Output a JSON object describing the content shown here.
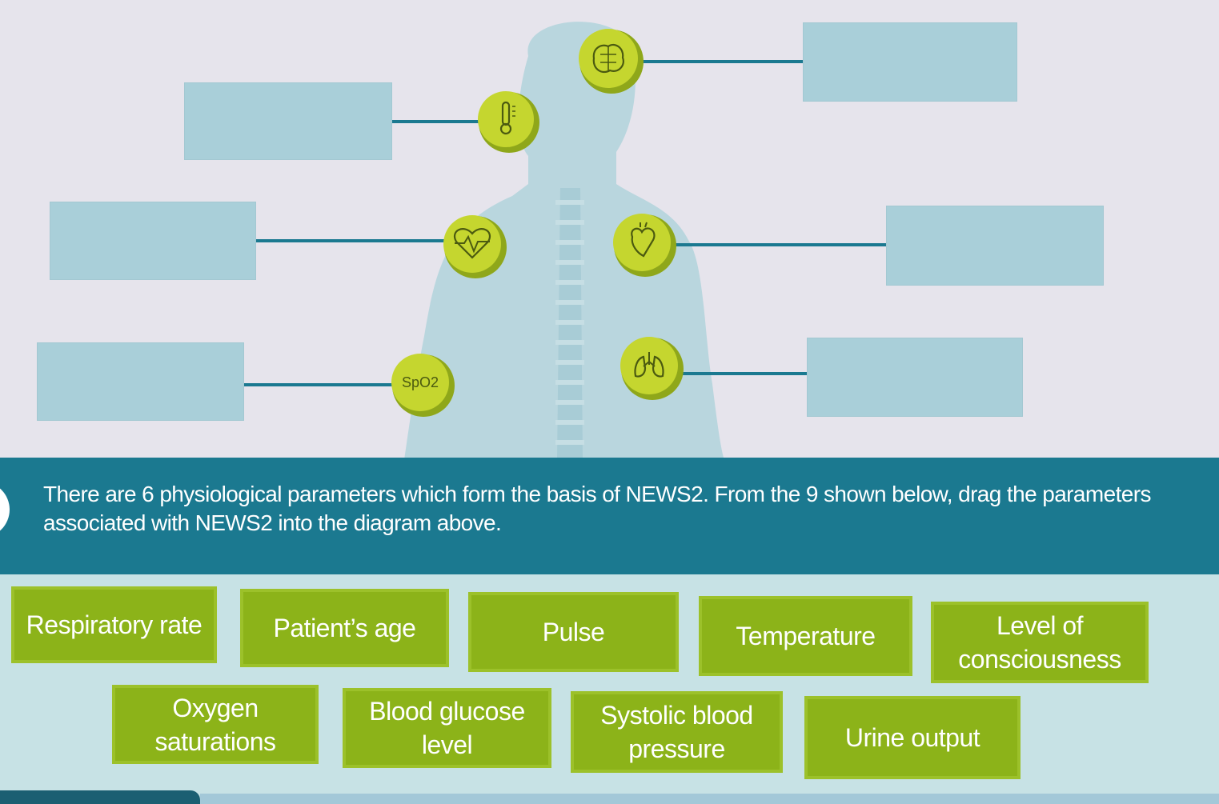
{
  "instruction": "There are 6 physiological parameters which form the basis of NEWS2. From the 9 shown below, drag the parameters associated with NEWS2 into the diagram above.",
  "icons": [
    "brain-icon",
    "thermometer-icon",
    "heart-rate-icon",
    "heart-icon",
    "spo2-icon",
    "lungs-icon"
  ],
  "spo2_label": "SpO2",
  "colors": {
    "background": "#e6e4ec",
    "drop_zone": "#a9cfd9",
    "connector": "#1b7990",
    "body_silhouette": "#b9d6de",
    "icon_badge": "#b8cc2c",
    "banner": "#1b7990",
    "option_tile": "#8cb319",
    "options_area": "#c7e2e5"
  },
  "options": [
    {
      "label": "Respiratory rate"
    },
    {
      "label": "Patient’s age"
    },
    {
      "label": "Pulse"
    },
    {
      "label": "Temperature"
    },
    {
      "label": "Level of consciousness"
    },
    {
      "label": "Oxygen saturations"
    },
    {
      "label": "Blood glucose level"
    },
    {
      "label": "Systolic blood pressure"
    },
    {
      "label": "Urine output"
    }
  ]
}
